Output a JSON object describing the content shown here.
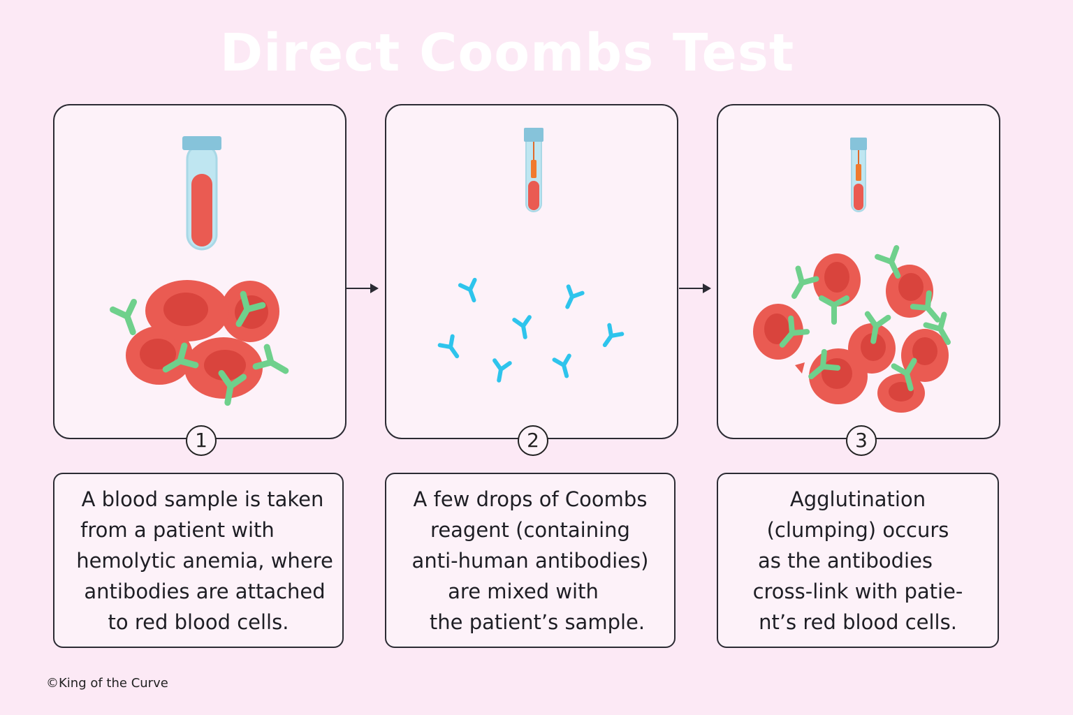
{
  "title": "Direct Coombs Test",
  "steps": [
    {
      "number": "1",
      "caption_lines": [
        "A blood sample is taken",
        "from a patient with",
        "hemolytic anemia, where",
        "antibodies are attached",
        "to red blood cells."
      ]
    },
    {
      "number": "2",
      "caption_lines": [
        "A few drops of Coombs",
        "reagent (containing",
        "anti-human antibodies)",
        "are mixed with",
        "the patient’s sample."
      ]
    },
    {
      "number": "3",
      "caption_lines": [
        "Agglutination",
        "(clumping) occurs",
        "as the antibodies",
        "cross-link with patie-",
        "nt’s red blood cells."
      ]
    }
  ],
  "footer": {
    "copyright": "©King of the Curve"
  },
  "colors": {
    "background": "#fce9f5",
    "red_cell": "#ea5b52",
    "red_cell_center": "#d9443d",
    "patient_antibody": "#6fd08c",
    "reagent_antibody": "#2ec4ec",
    "tube_cap": "#86c3da",
    "tube_glass": "#bfe6f1"
  },
  "icons": [
    "test-tube-icon",
    "red-blood-cell-icon",
    "antibody-icon",
    "arrow-right-icon"
  ]
}
